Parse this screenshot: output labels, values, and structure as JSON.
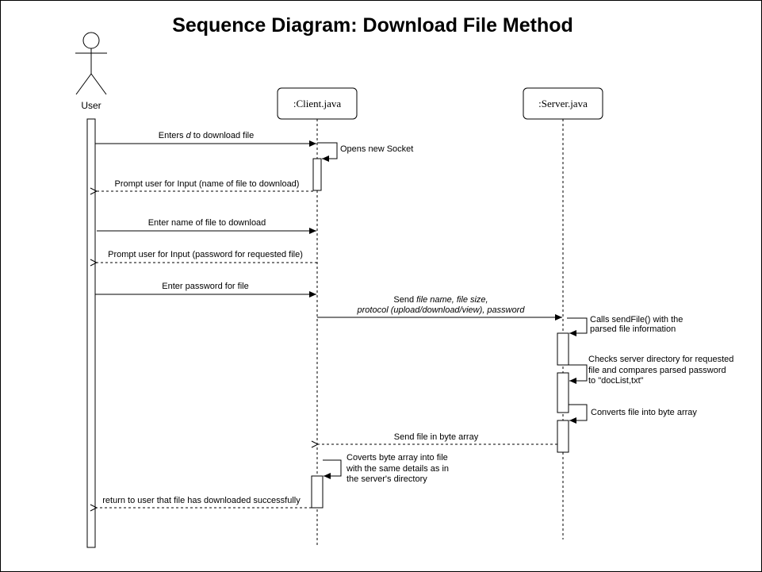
{
  "title": "Sequence Diagram: Download File Method",
  "participants": {
    "user": "User",
    "client": ":Client.java",
    "server": ":Server.java"
  },
  "messages": {
    "m1_pre": "Enters ",
    "m1_var": "d",
    "m1_post": " to download file",
    "m2": "Opens new Socket",
    "m3": "Prompt user for Input (name of file to download)",
    "m4": "Enter name of file to download",
    "m5": "Prompt user for Input (password for requested file)",
    "m6": "Enter password for file",
    "m7_pre": "Send ",
    "m7_vars": "file name, file size,",
    "m7_line2": "protocol (upload/download/view),  password",
    "m8_l1": "Calls sendFile() with the",
    "m8_l2": "parsed file information",
    "m9_l1": "Checks server directory for requested",
    "m9_l2": "file and compares parsed password",
    "m9_l3": "to \"docList,txt\"",
    "m10": "Converts file into byte array",
    "m11": "Send file in byte array",
    "m12_l1": "Coverts byte array into file",
    "m12_l2": "with the same details as in",
    "m12_l3": "the server's directory",
    "m13": "return to user that file has downloaded successfully"
  }
}
